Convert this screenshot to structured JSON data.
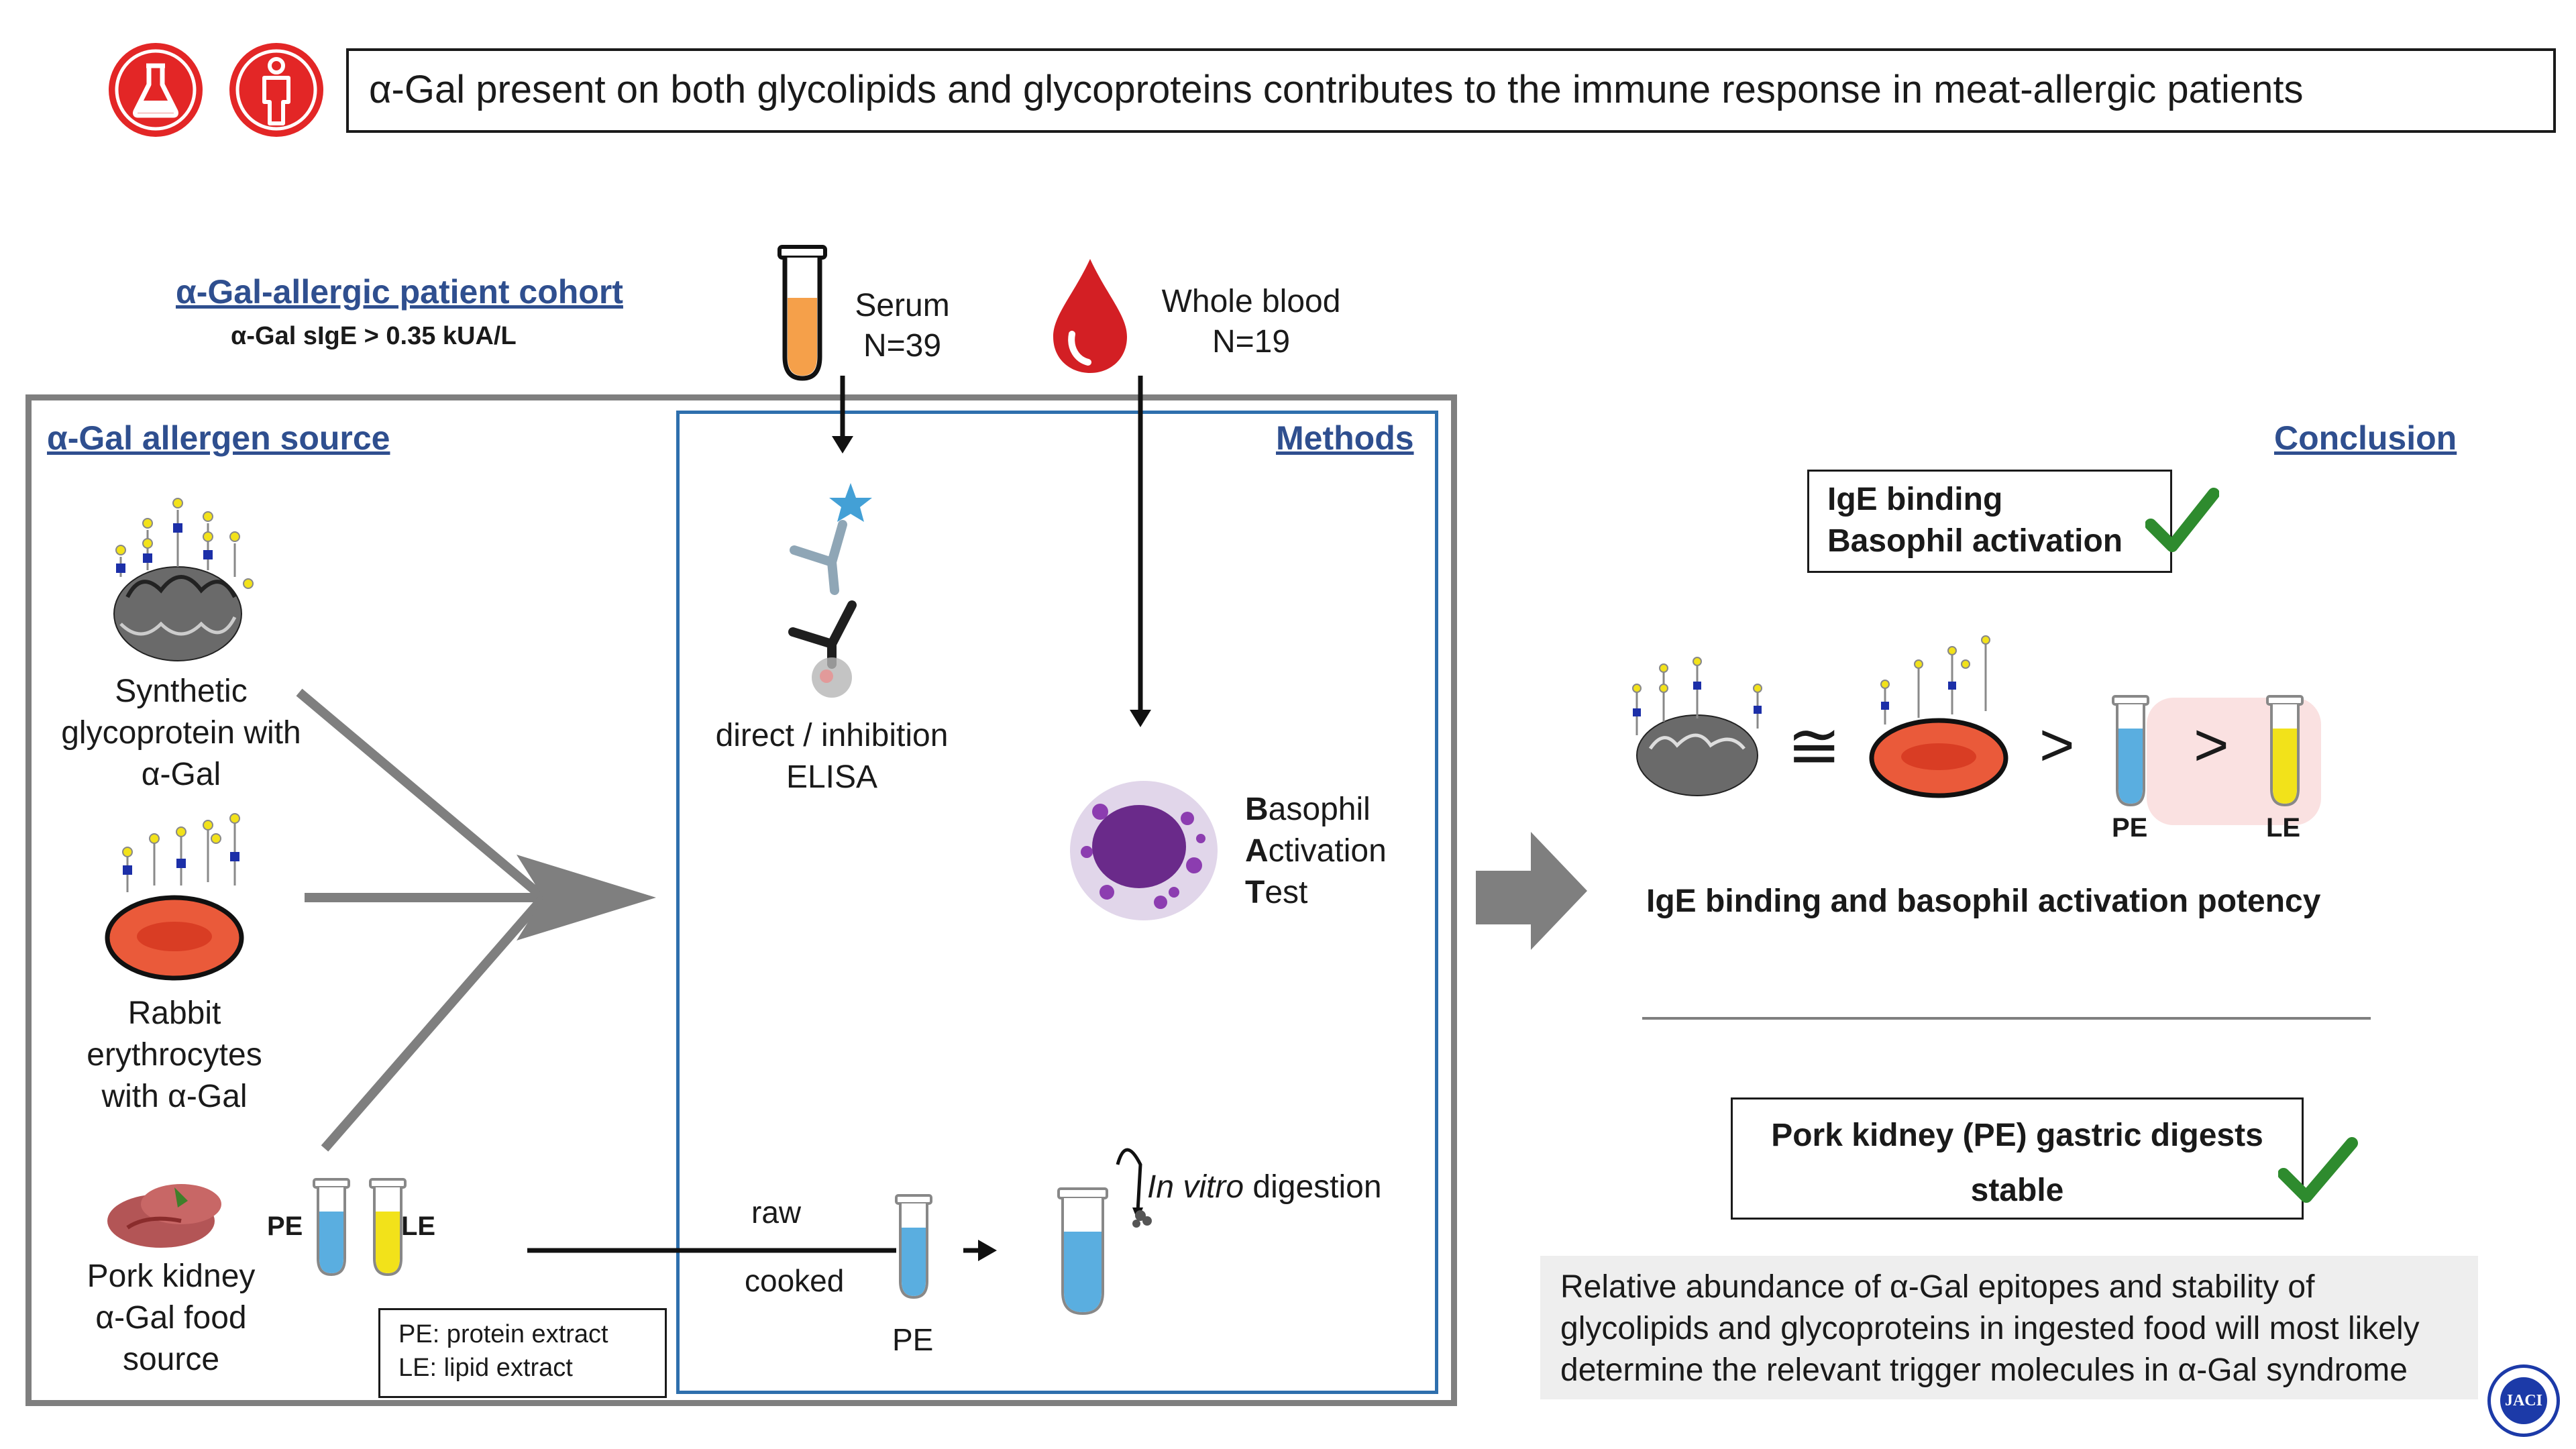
{
  "header": {
    "title": "α-Gal present on both glycolipids and glycoproteins contributes to the immune response in meat-allergic patients",
    "icons": [
      "flask-icon",
      "person-icon"
    ],
    "icon_color": "#e32626"
  },
  "cohort": {
    "title": "α-Gal-allergic patient cohort",
    "subtitle": "α-Gal sIgE > 0.35 kUA/L"
  },
  "samples": {
    "serum": [
      "Serum",
      "N=39"
    ],
    "blood": [
      "Whole blood",
      "N=19"
    ]
  },
  "source_panel": {
    "title": "α-Gal allergen source",
    "items": [
      [
        "Synthetic",
        "glycoprotein with",
        "α-Gal"
      ],
      [
        "Rabbit",
        "erythrocytes",
        "with α-Gal"
      ],
      [
        "Pork kidney",
        "α-Gal food",
        "source"
      ]
    ],
    "tube_labels": [
      "PE",
      "LE"
    ],
    "legend": [
      "PE: protein extract",
      "LE: lipid extract"
    ]
  },
  "methods": {
    "title": "Methods",
    "elisa": [
      "direct / inhibition",
      "ELISA"
    ],
    "bat": {
      "bold_letters": [
        "B",
        "A",
        "T"
      ],
      "rest": [
        "asophil",
        "ctivation",
        "est"
      ]
    },
    "digestion_prefix": "In vitro",
    "digestion_suffix": " digestion",
    "raw": "raw",
    "cooked": "cooked",
    "pe": "PE"
  },
  "conclusion": {
    "title": "Conclusion",
    "box1": [
      "IgE binding",
      "Basophil activation"
    ],
    "ops": [
      "≅",
      ">",
      ">"
    ],
    "tube_labels": [
      "PE",
      "LE"
    ],
    "potency": "IgE binding and basophil activation potency",
    "box2": [
      "Pork kidney (PE) gastric digests",
      "stable"
    ],
    "summary": [
      "Relative abundance of α-Gal epitopes and stability of",
      "glycolipids and glycoproteins in ingested food will most likely",
      "determine the relevant trigger molecules in α-Gal syndrome"
    ]
  },
  "logo": "JACI",
  "colors": {
    "accent_red": "#e32626",
    "check_green": "#2e8b2e",
    "tube_blue": "#5aaee0",
    "tube_yellow": "#f2e21a",
    "tube_orange": "#f5a04a",
    "arrow_gray": "#7f7f7f",
    "methods_border": "#2e6fad"
  }
}
